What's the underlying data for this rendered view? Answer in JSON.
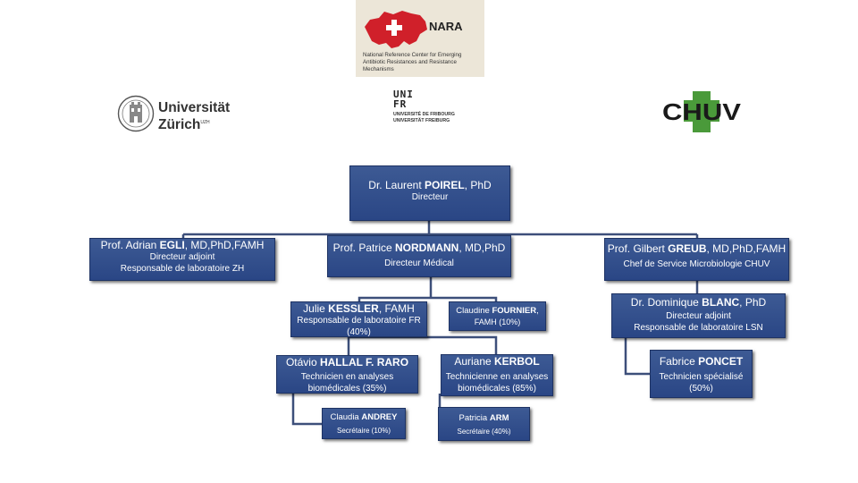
{
  "logos": {
    "nara": {
      "title": "NARA",
      "subtitle_line1": "National Reference Center for Emerging",
      "subtitle_line2": "Antibiotic Resistances and Resistance Mechanisms"
    },
    "uzh": {
      "line1": "Universität",
      "line2": "Zürich",
      "mark": "UZH"
    },
    "unifr": {
      "line1": "UNI",
      "line2": "FR",
      "sub1": "UNIVERSITÉ DE FRIBOURG",
      "sub2": "UNIVERSITÄT FREIBURG"
    },
    "chuv": {
      "text": "CHUV"
    }
  },
  "org": {
    "poirel": {
      "prefix": "Dr. Laurent ",
      "surname": "POIREL",
      "suffix": ", PhD",
      "role": "Directeur"
    },
    "egli": {
      "prefix": "Prof. Adrian ",
      "surname": "EGLI",
      "suffix": ", MD,PhD,FAMH",
      "role1": "Directeur adjoint",
      "role2": "Responsable de laboratoire ZH"
    },
    "nordmann": {
      "prefix": "Prof. Patrice ",
      "surname": "NORDMANN",
      "suffix": ", MD,PhD",
      "role": "Directeur Médical"
    },
    "greub": {
      "prefix": "Prof. Gilbert ",
      "surname": "GREUB",
      "suffix": ", MD,PhD,FAMH",
      "role": "Chef de Service Microbiologie CHUV"
    },
    "kessler": {
      "prefix": "Julie ",
      "surname": "KESSLER",
      "suffix": ", FAMH",
      "role1": "Responsable de laboratoire FR",
      "role2": "(40%)"
    },
    "fournier": {
      "prefix": "Claudine ",
      "surname": "FOURNIER",
      "suffix": ",",
      "role": "FAMH (10%)"
    },
    "blanc": {
      "prefix": "Dr. Dominique ",
      "surname": "BLANC",
      "suffix": ", PhD",
      "role1": "Directeur adjoint",
      "role2": "Responsable de laboratoire LSN"
    },
    "hallal": {
      "prefix": "Otávio  ",
      "surname": "HALLAL F. RARO",
      "suffix": "",
      "role1": "Technicien en analyses",
      "role2": "biomédicales (35%)"
    },
    "kerbol": {
      "prefix": "Auriane ",
      "surname": "KERBOL",
      "suffix": "",
      "role1": "Technicienne en analyses",
      "role2": "biomédicales (85%)"
    },
    "poncet": {
      "prefix": "Fabrice ",
      "surname": "PONCET",
      "suffix": "",
      "role1": "Technicien spécialisé",
      "role2": "(50%)"
    },
    "andrey": {
      "prefix": "Claudia ",
      "surname": "ANDREY",
      "suffix": "",
      "role": "Secrétaire (10%)"
    },
    "arm": {
      "prefix": "Patricia ",
      "surname": "ARM",
      "suffix": "",
      "role": "Secrétaire (40%)"
    }
  },
  "colors": {
    "box": "#2f4b8a",
    "connector": "#3d4f7a",
    "nara_red": "#d0202a",
    "chuv_green": "#4a9a3a"
  }
}
